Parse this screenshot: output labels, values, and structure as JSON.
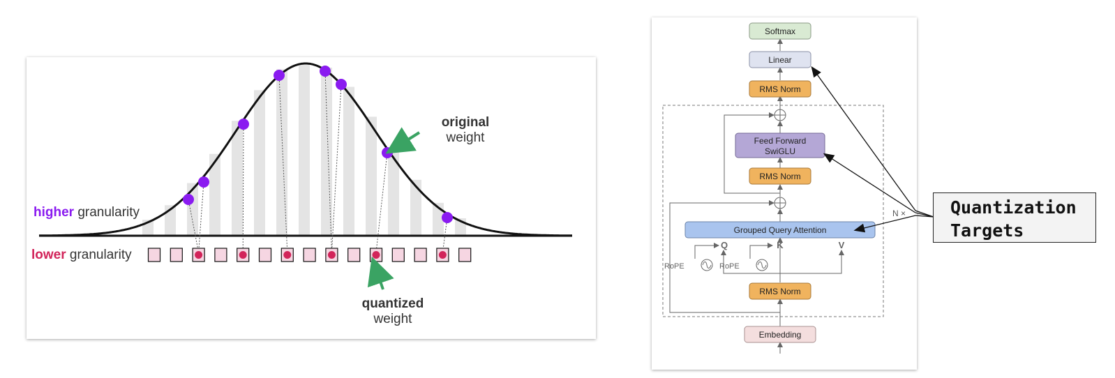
{
  "left_figure": {
    "label_higher_strong": "higher",
    "label_higher_rest": " granularity",
    "label_lower_strong": "lower",
    "label_lower_rest": " granularity",
    "original_strong": "original",
    "original_rest": "weight",
    "quantized_strong": "quantized",
    "quantized_rest": "weight",
    "colors": {
      "original_point": "#8a1bf0",
      "quantized_point": "#d2245a",
      "bin_fill": "#f6d6e2",
      "stripe": "#e4e4e4",
      "arrow": "#3aa363",
      "higher_text": "#8a1bf0",
      "lower_text": "#d2245a"
    }
  },
  "architecture": {
    "softmax": "Softmax",
    "linear": "Linear",
    "rms_norm_top": "RMS Norm",
    "feed_forward_line1": "Feed Forward",
    "feed_forward_line2": "SwiGLU",
    "rms_norm_mid": "RMS Norm",
    "gqa": "Grouped Query Attention",
    "q": "Q",
    "k": "K",
    "v": "V",
    "rope_1": "RoPE",
    "rope_2": "RoPE",
    "rms_norm_bottom": "RMS Norm",
    "embedding": "Embedding",
    "repeat": "N ×",
    "colors": {
      "softmax": "#d9ead3",
      "linear": "#dfe3f0",
      "rms_norm": "#f0b35e",
      "feed_forward": "#b4a7d6",
      "gqa": "#a9c4ee",
      "embedding": "#f4dede"
    }
  },
  "callout": {
    "line1": "Quantization",
    "line2": "Targets"
  }
}
